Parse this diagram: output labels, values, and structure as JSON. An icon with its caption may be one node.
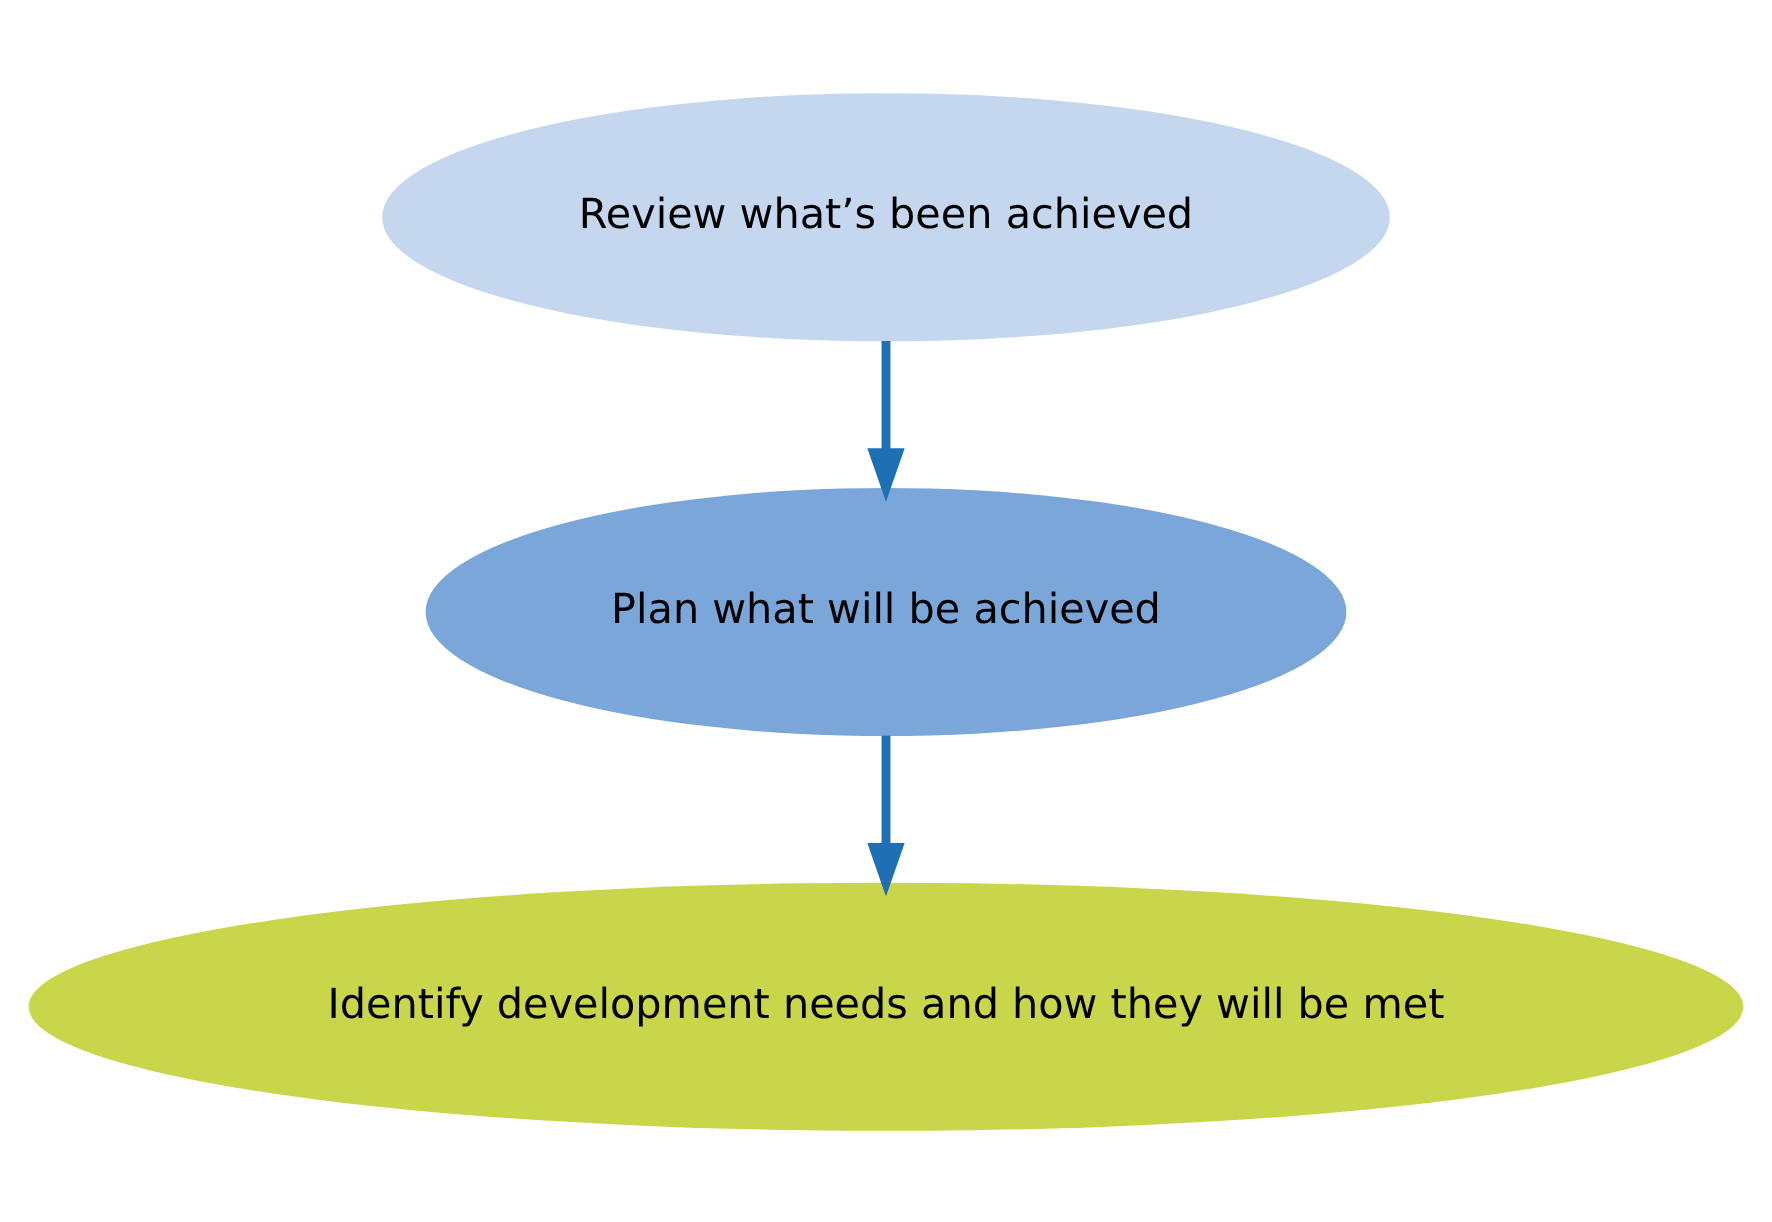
{
  "diagram": {
    "nodes": [
      {
        "text": [
          "Review what’s been achieved"
        ]
      },
      {
        "text": [
          "Plan what will be achieved"
        ]
      },
      {
        "text": [
          "Identify development needs and how they will be met"
        ]
      }
    ],
    "edges": [
      {
        "from": 0,
        "to": 1,
        "arrow": "to"
      },
      {
        "from": 1,
        "to": 2,
        "arrow": "to"
      }
    ]
  }
}
